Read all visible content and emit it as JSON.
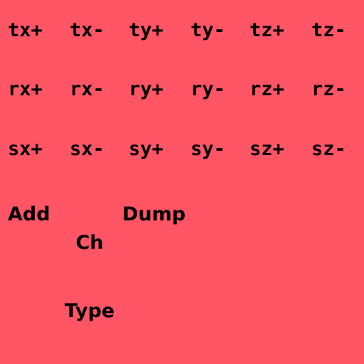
{
  "rows": [
    [
      "tx+",
      "tx-",
      "ty+",
      "ty-",
      "tz+",
      "tz-"
    ],
    [
      "rx+",
      "rx-",
      "ry+",
      "ry-",
      "rz+",
      "rz-"
    ],
    [
      "sx+",
      "sx-",
      "sy+",
      "sy-",
      "sz+",
      "sz-"
    ]
  ],
  "actions": {
    "add_label": "Add",
    "ch_type_line1": "Ch",
    "ch_type_line2": "Type",
    "dump_label": "Dump"
  },
  "colors": {
    "background": "#ff5564",
    "text": "#000000"
  }
}
